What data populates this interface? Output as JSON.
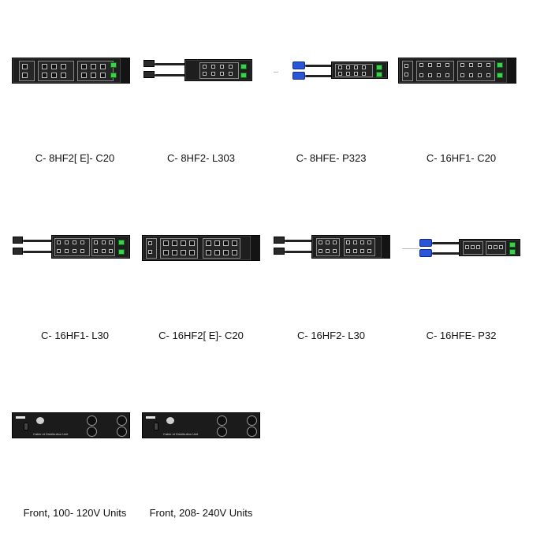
{
  "products": [
    {
      "caption": "C- 8HF2[ E]- C20"
    },
    {
      "caption": "C- 8HF2- L303"
    },
    {
      "caption": "C- 8HFE- P323"
    },
    {
      "caption": "C- 16HF1- C20"
    },
    {
      "caption": "C- 16HF1- L30"
    },
    {
      "caption": "C- 16HF2[ E]- C20"
    },
    {
      "caption": "C- 16HF2- L30"
    },
    {
      "caption": "C- 16HFE- P32"
    },
    {
      "caption": "Front, 100- 120V Units"
    },
    {
      "caption": "Front, 208- 240V Units"
    }
  ],
  "front_panel_text": "Cable et Distribution Unit",
  "colors": {
    "chassis": "#1e1e1e",
    "breaker": "#3fcf4e",
    "plug_blue": "#2956d8"
  },
  "icons": [
    "pdu-unit-icon",
    "power-cord-icon",
    "blue-industrial-plug-icon",
    "fan-icon"
  ]
}
